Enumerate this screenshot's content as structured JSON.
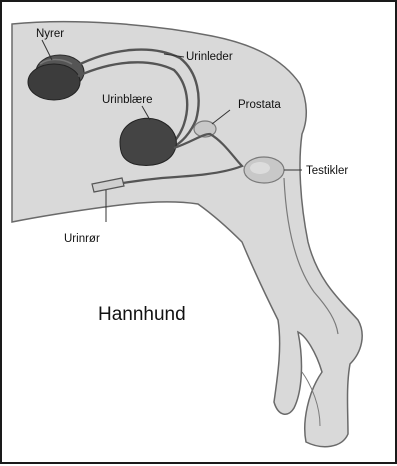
{
  "labels": {
    "kidneys": "Nyrer",
    "ureter": "Urinleder",
    "bladder": "Urinblære",
    "prostate": "Prostata",
    "testicles": "Testikler",
    "urethra": "Urinrør"
  },
  "title": "Hannhund",
  "colors": {
    "body_fill": "#d9d9d9",
    "outline": "#6a6a6a",
    "organ_dark": "#3c3c3c",
    "duct": "#555555"
  }
}
